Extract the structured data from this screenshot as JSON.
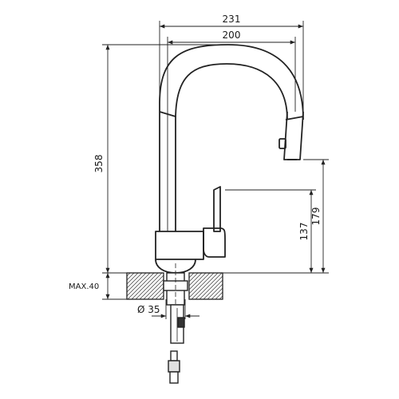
{
  "dimensions": {
    "overall_reach": "231",
    "spout_reach": "200",
    "overall_height": "358",
    "lever_height": "137",
    "spout_outlet_height": "179",
    "max_counter_thickness": "MAX.40",
    "hole_diameter": "Ø 35"
  }
}
